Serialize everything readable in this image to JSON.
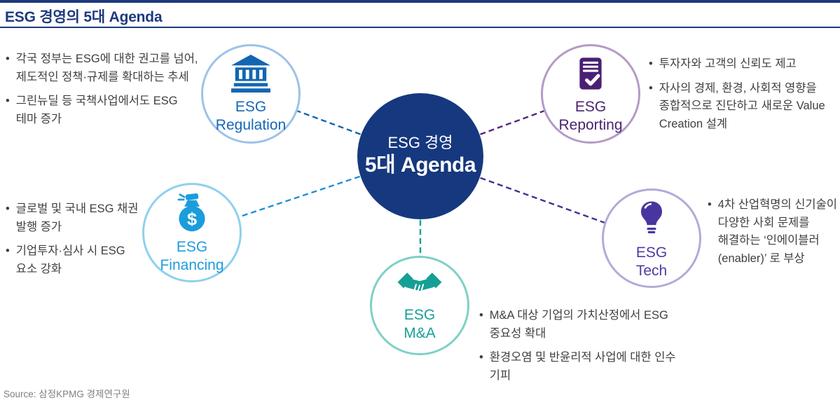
{
  "page": {
    "title": "ESG 경영의 5대 Agenda",
    "source": "Source: 삼정KPMG 경제연구원"
  },
  "colors": {
    "title_navy": "#1E3A7E",
    "center_fill": "#16387E",
    "regulation": "#1266B1",
    "regulation_ring": "#9CC3E8",
    "reporting": "#4A1F72",
    "reporting_ring": "#B49BC7",
    "financing": "#1B9DDB",
    "financing_ring": "#8FD0EF",
    "tech": "#4A35A0",
    "tech_ring": "#B3AAD9",
    "mna": "#16A095",
    "mna_ring": "#7FD0C6",
    "body_text": "#3F3F3F",
    "source_text": "#7F7F7F"
  },
  "center": {
    "line1": "ESG 경영",
    "line2": "5대 Agenda"
  },
  "nodes": [
    {
      "id": "regulation",
      "icon": "bank-icon",
      "label_top": "ESG",
      "label_bottom": "Regulation"
    },
    {
      "id": "reporting",
      "icon": "report-icon",
      "label_top": "ESG",
      "label_bottom": "Reporting"
    },
    {
      "id": "financing",
      "icon": "money-bag-icon",
      "label_top": "ESG",
      "label_bottom": "Financing"
    },
    {
      "id": "tech",
      "icon": "lightbulb-icon",
      "label_top": "ESG",
      "label_bottom": "Tech"
    },
    {
      "id": "mna",
      "icon": "handshake-icon",
      "label_top": "ESG",
      "label_bottom": "M&A"
    }
  ],
  "bullets": {
    "regulation": [
      "각국 정부는 ESG에 대한 권고를 넘어, 제도적인 정책·규제를 확대하는 추세",
      "그린뉴딜 등 국책사업에서도 ESG 테마 증가"
    ],
    "reporting": [
      "투자자와 고객의 신뢰도 제고",
      "자사의 경제, 환경, 사회적 영향을 종합적으로 진단하고 새로운 Value Creation 설계"
    ],
    "financing": [
      "글로벌 및 국내 ESG 채권 발행 증가",
      "기업투자·심사 시 ESG 요소 강화"
    ],
    "tech": [
      "4차 산업혁명의 신기술이 다양한 사회 문제를 해결하는 ‘인에이블러(enabler)’ 로 부상"
    ],
    "mna": [
      "M&A 대상 기업의 가치산정에서 ESG 중요성 확대",
      "환경오염 및 반윤리적 사업에 대한 인수 기피"
    ]
  }
}
